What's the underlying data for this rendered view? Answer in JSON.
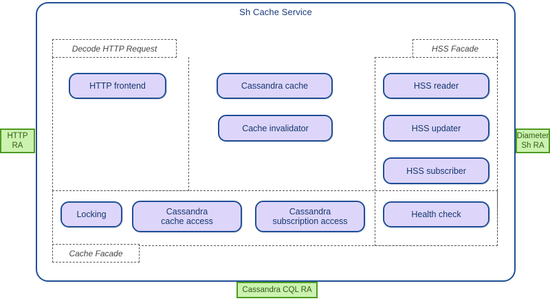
{
  "diagram": {
    "title": "Sh Cache Service",
    "type": "architecture-component-diagram",
    "colors": {
      "service_border": "#1f4e96",
      "component_fill": "#ddd6fa",
      "component_border": "#1f4e96",
      "component_text": "#15366f",
      "adaptor_fill": "#ccf2b0",
      "adaptor_border": "#4e9a20",
      "adaptor_text": "#2f5e13",
      "group_border": "#555555",
      "group_label_text": "#444444",
      "background": "#ffffff"
    }
  },
  "groups": {
    "decode_http_request": {
      "label": "Decode HTTP Request"
    },
    "hss_facade": {
      "label": "HSS Facade"
    },
    "cache_facade": {
      "label": "Cache Facade"
    }
  },
  "components": {
    "http_frontend": {
      "label": "HTTP frontend"
    },
    "cassandra_cache": {
      "label": "Cassandra cache"
    },
    "cache_invalidator": {
      "label": "Cache invalidator"
    },
    "hss_reader": {
      "label": "HSS reader"
    },
    "hss_updater": {
      "label": "HSS updater"
    },
    "hss_subscriber": {
      "label": "HSS subscriber"
    },
    "locking": {
      "label": "Locking"
    },
    "cassandra_cache_access": {
      "label": "Cassandra\ncache access"
    },
    "cassandra_subscription_access": {
      "label": "Cassandra\nsubscription access"
    },
    "health_check": {
      "label": "Health check"
    }
  },
  "resource_adaptors": {
    "http_ra": {
      "label": "HTTP\nRA"
    },
    "diameter_sh_ra": {
      "label": "Diameter\nSh RA"
    },
    "cassandra_cql_ra": {
      "label": "Cassandra CQL RA"
    }
  }
}
